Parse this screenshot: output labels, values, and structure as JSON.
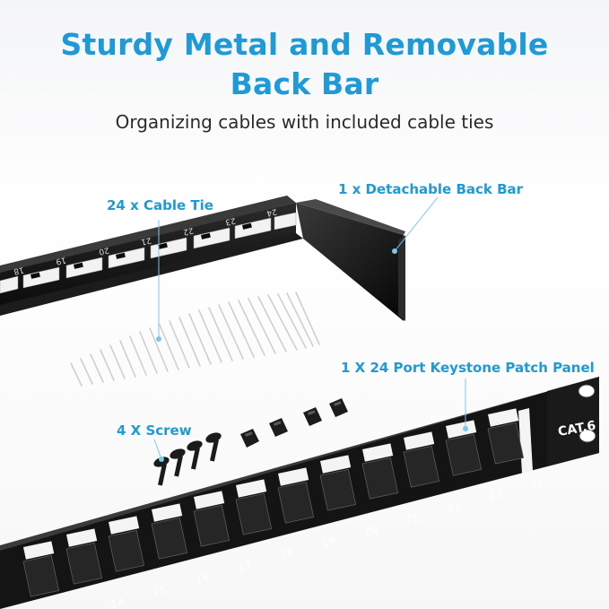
{
  "header": {
    "title_line1": "Sturdy Metal and Removable",
    "title_line2": "Back Bar",
    "subtitle": "Organizing cables with included cable ties"
  },
  "callouts": {
    "cable_tie": "24 x Cable Tie",
    "back_bar": "1 x Detachable Back Bar",
    "patch_panel": "1 X 24 Port Keystone Patch Panel",
    "screw": "4 X Screw"
  },
  "back_bar_numbers": [
    "18",
    "19",
    "20",
    "21",
    "22",
    "23",
    "24"
  ],
  "panel": {
    "badge": "CAT.6",
    "port_numbers": [
      "14",
      "15",
      "16",
      "17",
      "18",
      "19",
      "20",
      "21",
      "22",
      "23",
      "24"
    ]
  },
  "colors": {
    "accent": "#1f9ad8",
    "metal": "#151515"
  }
}
